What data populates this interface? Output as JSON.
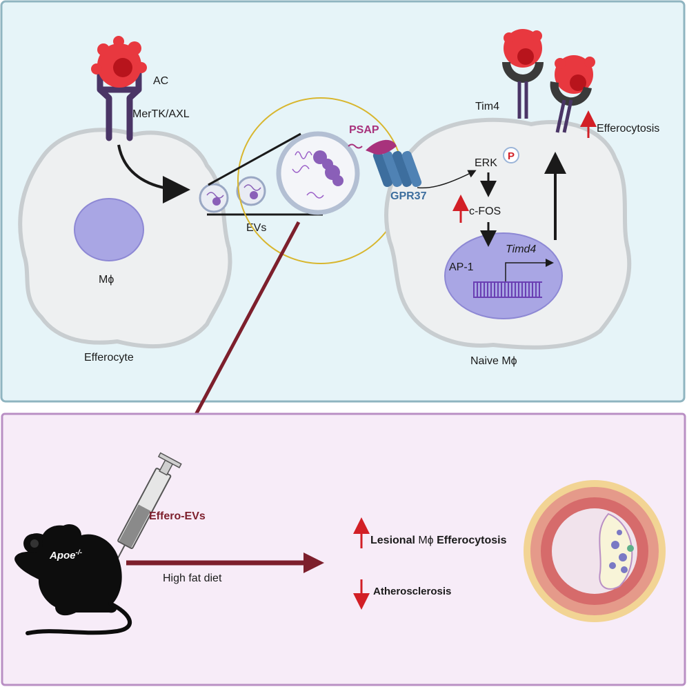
{
  "top_panel": {
    "efferocyte_cell": {
      "ac_label": "AC",
      "receptor_label": "MerTK/AXL",
      "macrophage_label": "Mϕ",
      "cell_label": "Efferocyte"
    },
    "evs_label": "EVs",
    "psap_label": "PSAP",
    "gpr37_label": "GPR37",
    "naive_cell": {
      "tim4_label": "Tim4",
      "efferocytosis_label": "Efferocytosis",
      "erk_label": "ERK",
      "phospho_label": "P",
      "cfos_label": "c-FOS",
      "ap1_label": "AP-1",
      "gene_label": "Timd4",
      "cell_label": "Naive Mϕ"
    }
  },
  "bottom_panel": {
    "injection_label": "Effero-EVs",
    "mouse_label_base": "Apoe",
    "mouse_label_sup": "-/-",
    "diet_label": "High fat diet",
    "outcome_up_parts": [
      "Lesional",
      " Mϕ ",
      "Efferocytosis"
    ],
    "outcome_down": "Atherosclerosis"
  },
  "colors": {
    "top_bg": "#e6f4f8",
    "top_border": "#8fb4c0",
    "bottom_bg": "#f7ecf8",
    "bottom_border": "#b98fc4",
    "cell_fill": "#eef0f1",
    "nucleus": "#a9a6e4",
    "receptor": "#4a3566",
    "apoptotic_cell": "#e8383f",
    "psap": "#a8327c",
    "gpr37": "#3d6e9e",
    "dark_red_arrow": "#7d1f2c",
    "up_arrow": "#d21f26",
    "zoom_circle": "#d8b62e"
  }
}
